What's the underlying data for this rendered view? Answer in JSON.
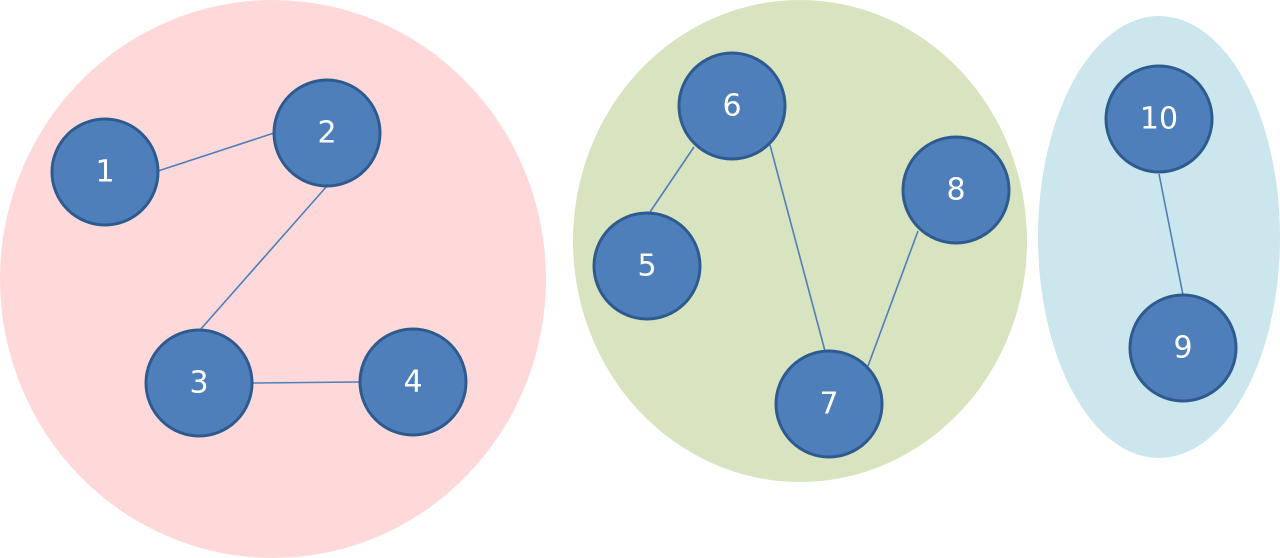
{
  "colors": {
    "group_a": "#ffd9da",
    "group_b": "#d8e4bf",
    "group_c": "#cbe6ec",
    "node_fill": "#4f7fbb",
    "node_stroke": "#2e5b8f",
    "edge": "#4f7fbb",
    "label": "#ffffff"
  },
  "groups": [
    {
      "id": "group_a",
      "members": [
        "1",
        "2",
        "3",
        "4"
      ]
    },
    {
      "id": "group_b",
      "members": [
        "5",
        "6",
        "7",
        "8"
      ]
    },
    {
      "id": "group_c",
      "members": [
        "9",
        "10"
      ]
    }
  ],
  "nodes": [
    {
      "id": "1",
      "label": "1"
    },
    {
      "id": "2",
      "label": "2"
    },
    {
      "id": "3",
      "label": "3"
    },
    {
      "id": "4",
      "label": "4"
    },
    {
      "id": "5",
      "label": "5"
    },
    {
      "id": "6",
      "label": "6"
    },
    {
      "id": "7",
      "label": "7"
    },
    {
      "id": "8",
      "label": "8"
    },
    {
      "id": "9",
      "label": "9"
    },
    {
      "id": "10",
      "label": "10"
    }
  ],
  "edges": [
    {
      "from": "1",
      "to": "2"
    },
    {
      "from": "2",
      "to": "3"
    },
    {
      "from": "3",
      "to": "4"
    },
    {
      "from": "6",
      "to": "5"
    },
    {
      "from": "6",
      "to": "7"
    },
    {
      "from": "8",
      "to": "7"
    },
    {
      "from": "10",
      "to": "9"
    }
  ]
}
